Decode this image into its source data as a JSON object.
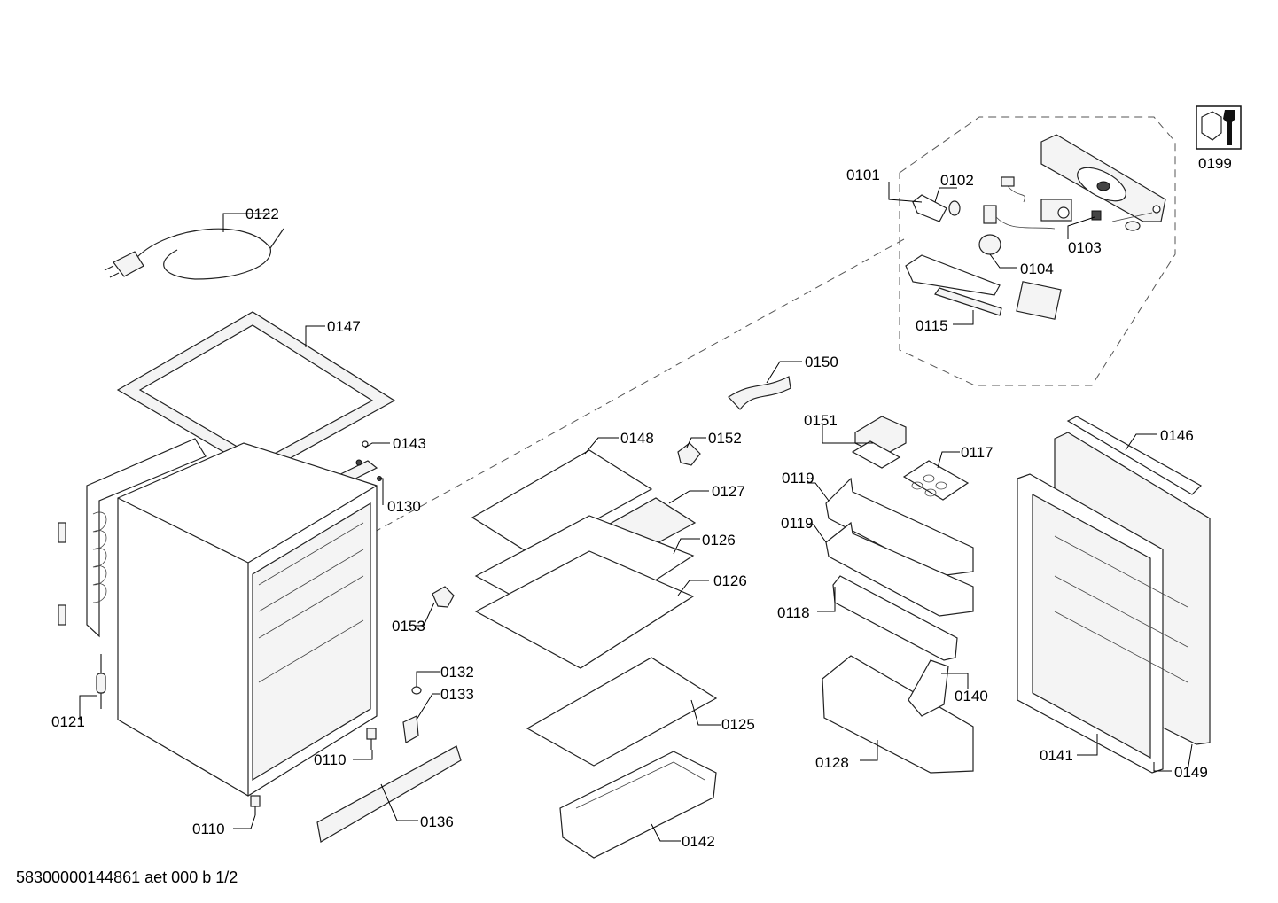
{
  "diagram": {
    "footer_code": "58300000144861 aet 000 b 1/2",
    "labels": {
      "0101": "0101",
      "0102": "0102",
      "0103": "0103",
      "0104": "0104",
      "0110a": "0110",
      "0110b": "0110",
      "0115": "0115",
      "0117": "0117",
      "0118": "0118",
      "0119a": "0119",
      "0119b": "0119",
      "0121": "0121",
      "0122": "0122",
      "0125": "0125",
      "0126a": "0126",
      "0126b": "0126",
      "0127": "0127",
      "0128": "0128",
      "0130": "0130",
      "0132": "0132",
      "0133": "0133",
      "0136": "0136",
      "0140": "0140",
      "0141": "0141",
      "0142": "0142",
      "0143": "0143",
      "0146": "0146",
      "0147": "0147",
      "0148": "0148",
      "0149": "0149",
      "0150": "0150",
      "0151": "0151",
      "0152": "0152",
      "0153": "0153",
      "0199": "0199"
    },
    "icons": {
      "service": "wrench-nut-icon"
    }
  }
}
